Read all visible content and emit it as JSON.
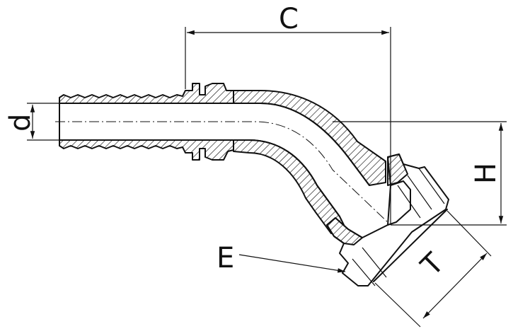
{
  "labels": {
    "C": "C",
    "d": "d",
    "H": "H",
    "T": "T",
    "E": "E"
  },
  "colors": {
    "line": "#111111",
    "background": "#ffffff"
  }
}
